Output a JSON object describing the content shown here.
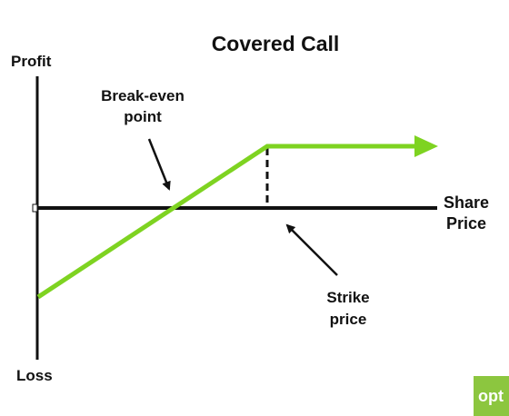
{
  "diagram": {
    "title": "Covered Call",
    "y_axis_top_label": "Profit",
    "y_axis_bottom_label": "Loss",
    "x_axis_label_line1": "Share",
    "x_axis_label_line2": "Price",
    "break_even_label_line1": "Break-even",
    "break_even_label_line2": "point",
    "strike_label_line1": "Strike",
    "strike_label_line2": "price"
  },
  "colors": {
    "payoff_line": "#7ed321",
    "axes": "#111111",
    "strike_marker": "#111111",
    "badge_background": "#8cc63f"
  },
  "badge": {
    "text": "opt"
  }
}
